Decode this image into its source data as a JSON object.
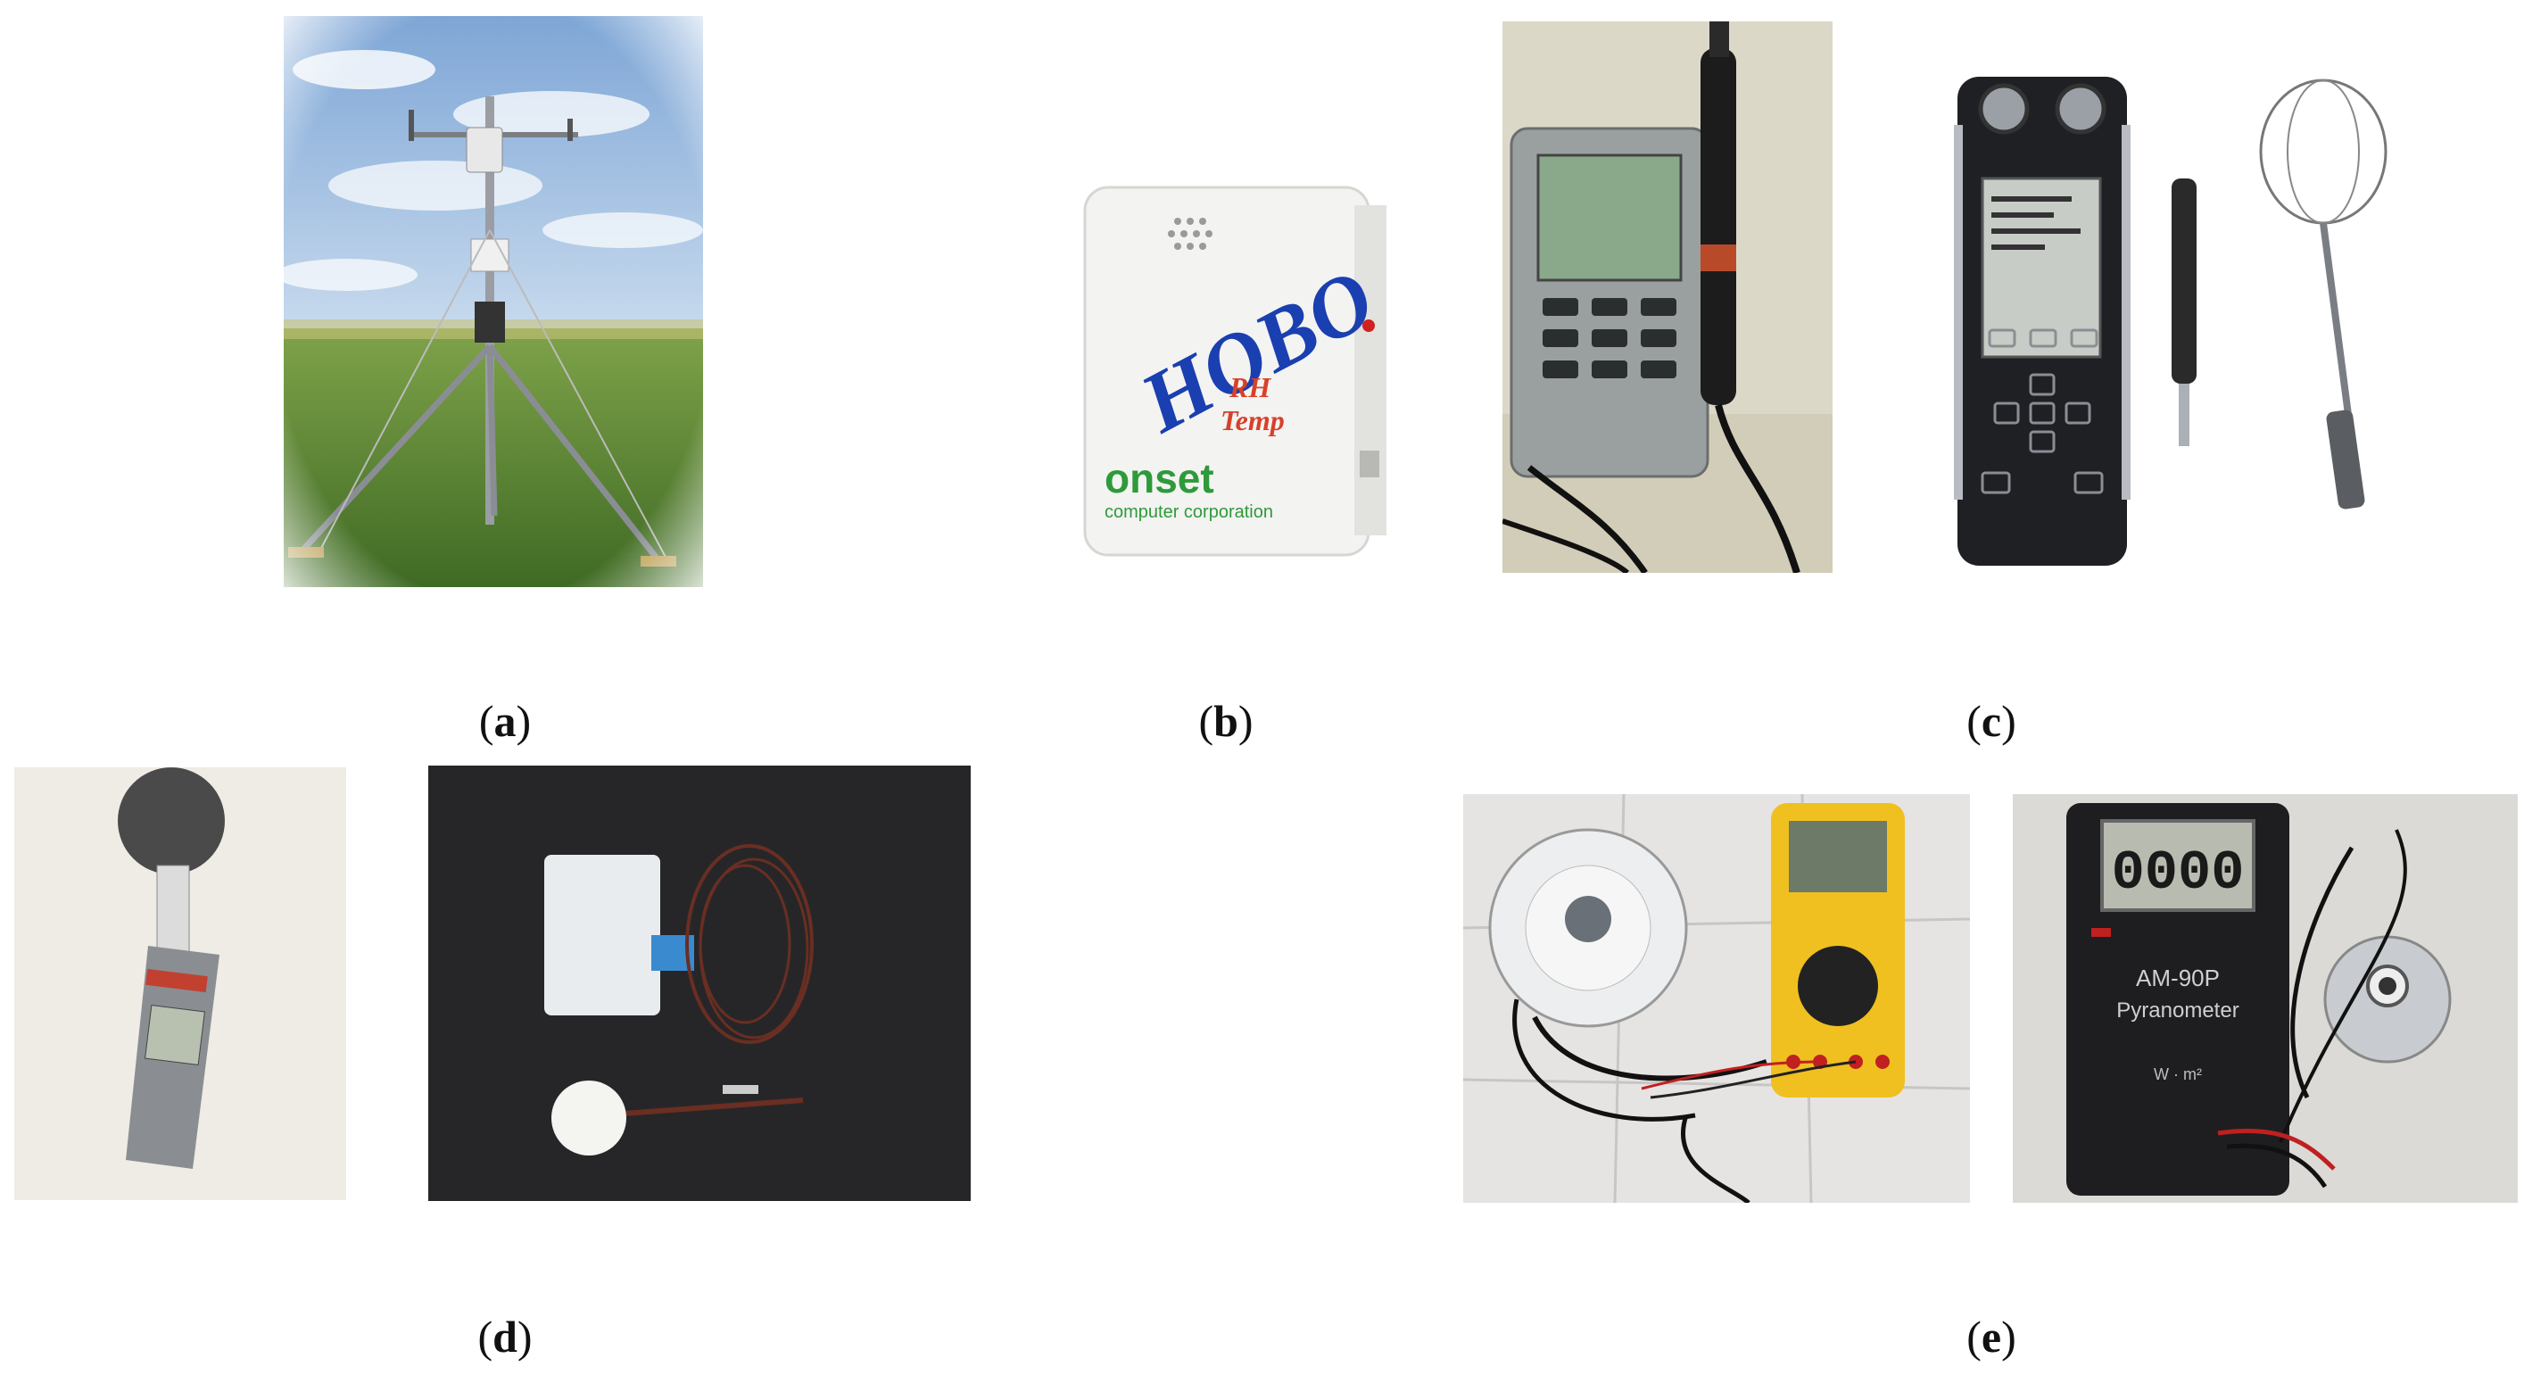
{
  "captions": {
    "a": {
      "letter": "a"
    },
    "b": {
      "letter": "b"
    },
    "c": {
      "letter": "c"
    },
    "d": {
      "letter": "d"
    },
    "e": {
      "letter": "e"
    }
  },
  "photos": {
    "hobo_logo": "HOBO",
    "hobo_rh": "RH",
    "hobo_temp": "Temp",
    "hobo_brand": "onset",
    "hobo_company": "computer corporation",
    "pyranometer_display": "0000",
    "pyranometer_model": "AM-90P",
    "pyranometer_name": "Pyranometer",
    "pyranometer_units": "W · m²"
  },
  "colors": {
    "sky": "#8fb4dc",
    "grass": "#5f8a3a",
    "hobo_blue": "#1a3fb0",
    "hobo_red": "#d8402a",
    "onset_green": "#2e9a3a",
    "dark_backdrop": "#262628",
    "multimeter_yellow": "#f0c020",
    "tile_floor": "#e6e4e2"
  }
}
